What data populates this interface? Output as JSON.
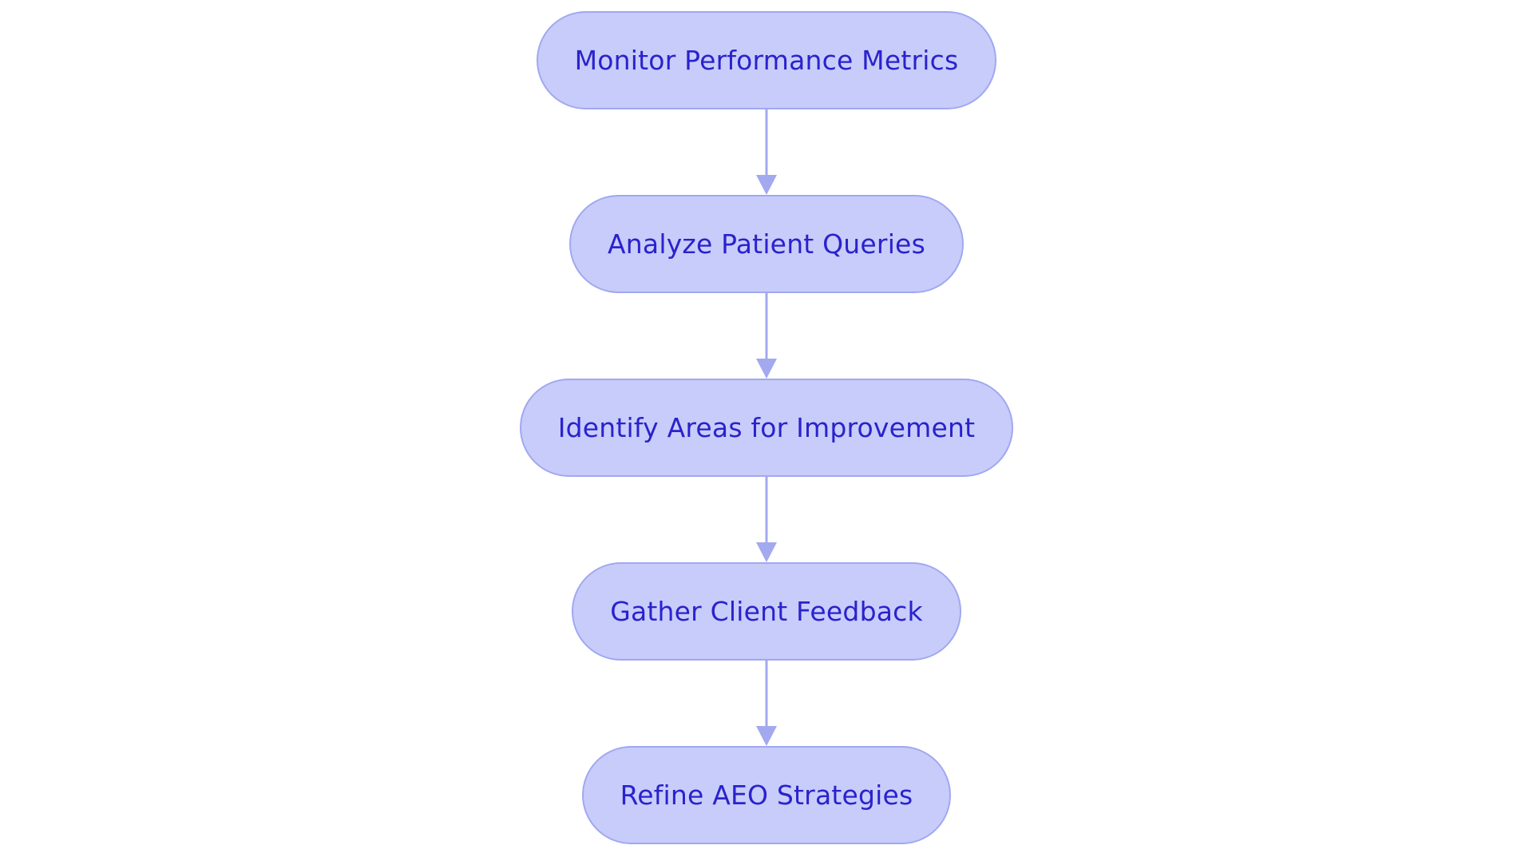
{
  "diagram": {
    "type": "flowchart",
    "direction": "top-to-bottom",
    "background_color": "#ffffff",
    "node_fill_color": "#c8ccfa",
    "node_border_color": "#a0a8f0",
    "node_text_color": "#2a22cc",
    "edge_color": "#a3a9ef",
    "nodes": [
      {
        "id": "monitor-performance-metrics",
        "label": "Monitor Performance Metrics"
      },
      {
        "id": "analyze-patient-queries",
        "label": "Analyze Patient Queries"
      },
      {
        "id": "identify-areas-for-improvement",
        "label": "Identify Areas for Improvement"
      },
      {
        "id": "gather-client-feedback",
        "label": "Gather Client Feedback"
      },
      {
        "id": "refine-aeo-strategies",
        "label": "Refine AEO Strategies"
      }
    ],
    "edges": [
      {
        "from": "monitor-performance-metrics",
        "to": "analyze-patient-queries",
        "label": ""
      },
      {
        "from": "analyze-patient-queries",
        "to": "identify-areas-for-improvement",
        "label": ""
      },
      {
        "from": "identify-areas-for-improvement",
        "to": "gather-client-feedback",
        "label": ""
      },
      {
        "from": "gather-client-feedback",
        "to": "refine-aeo-strategies",
        "label": ""
      }
    ]
  }
}
